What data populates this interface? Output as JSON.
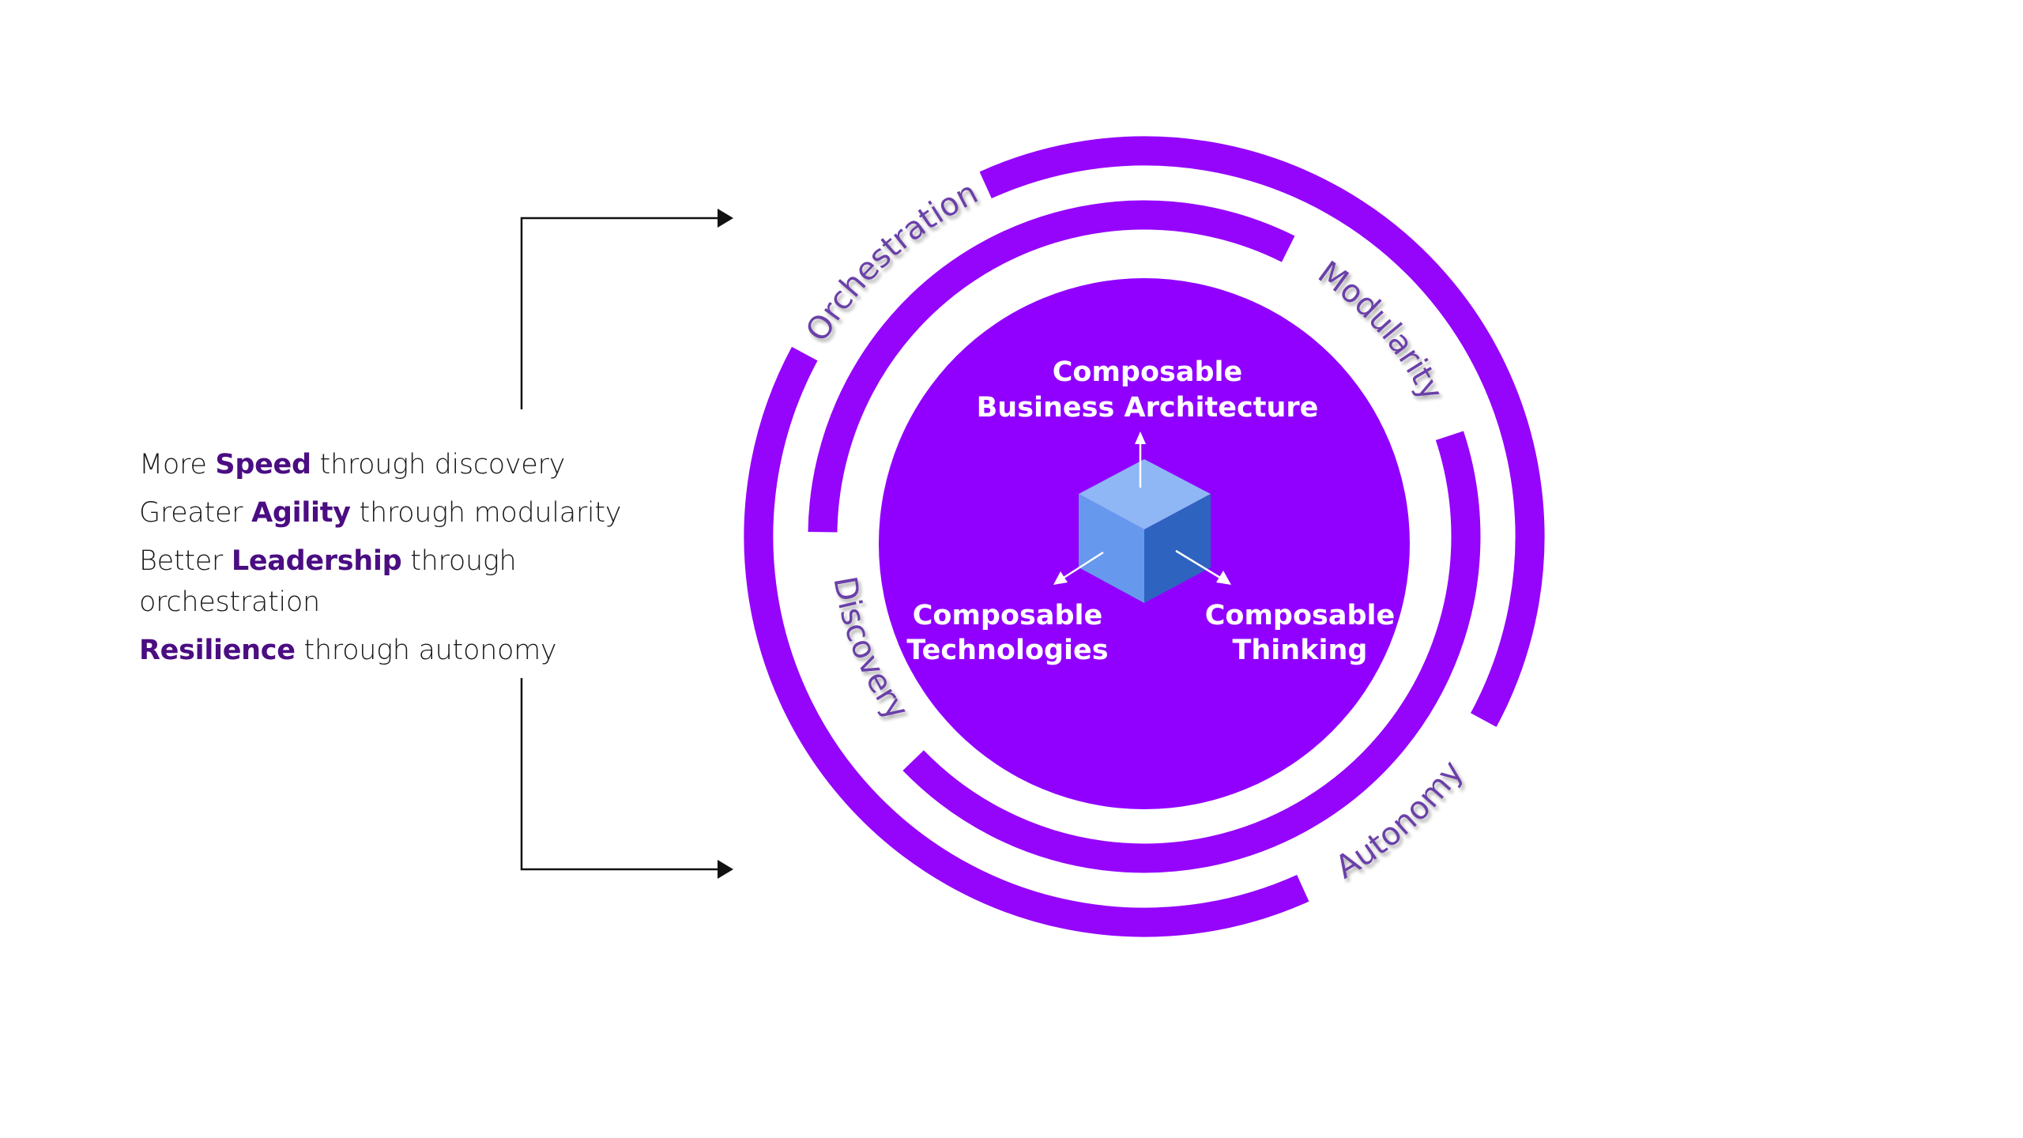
{
  "benefits": [
    {
      "prefix": "More ",
      "highlight": "Speed",
      "suffix": " through discovery"
    },
    {
      "prefix": "Greater ",
      "highlight": "Agility",
      "suffix": " through modularity"
    },
    {
      "prefix": "Better ",
      "highlight": "Leadership",
      "suffix": " through orchestration"
    },
    {
      "prefix": "",
      "highlight": "Resilience",
      "suffix": " through autonomy"
    }
  ],
  "ring_labels": {
    "orchestration": "Orchestration",
    "modularity": "Modularity",
    "discovery": "Discovery",
    "autonomy": "Autonomy"
  },
  "core": {
    "top": {
      "line1": "Composable",
      "line2": "Business Architecture"
    },
    "left": {
      "line1": "Composable",
      "line2": "Technologies"
    },
    "right": {
      "line1": "Composable",
      "line2": "Thinking"
    }
  },
  "colors": {
    "ring": "#9505FB",
    "disc": "#9100FF",
    "label": "#6B3FA8",
    "highlight": "#4B0D82",
    "cube_top": "#8FB6F5",
    "cube_left": "#6699EE",
    "cube_right": "#2E64C0",
    "bracket": "#111111"
  },
  "icons": {
    "cube": "cube-icon",
    "arrow": "arrow-icon"
  }
}
